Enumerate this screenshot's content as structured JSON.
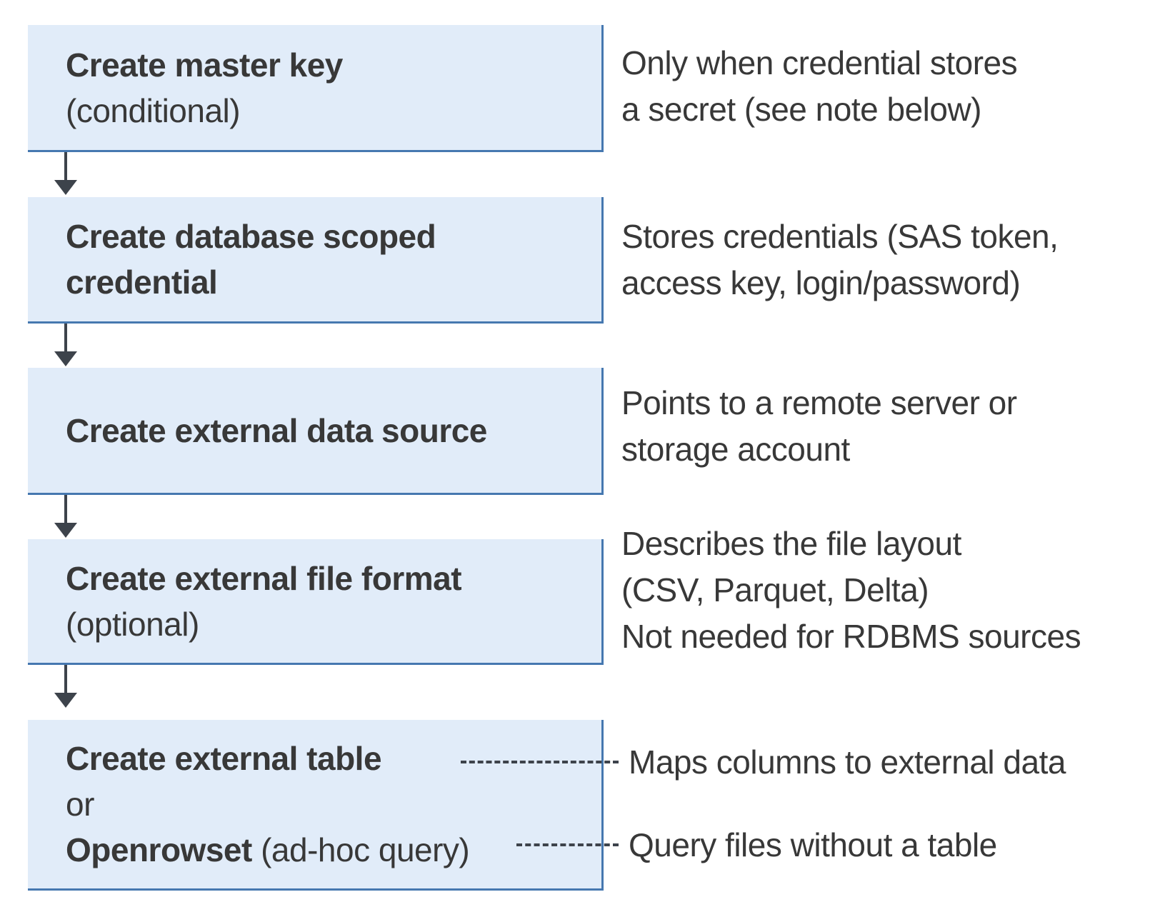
{
  "colors": {
    "background": "#ffffff",
    "box_fill": "#e1ecf9",
    "box_border": "#4678b0",
    "text_primary": "#383838",
    "connector": "#3d434b"
  },
  "boxes": [
    {
      "title": "Create master key",
      "qualifier": "(conditional)"
    },
    {
      "title": "Create database scoped",
      "title2": "credential"
    },
    {
      "title": "Create external data source"
    },
    {
      "title": "Create external file format",
      "qualifier": "(optional)"
    },
    {
      "title": "Create external table",
      "or_label": "or",
      "alt_bold": "Openrowset",
      "alt_rest": " (ad-hoc query)"
    }
  ],
  "notes": [
    {
      "lines": [
        "Only when credential stores",
        "a secret (see note below)"
      ]
    },
    {
      "lines": [
        "Stores credentials (SAS token,",
        "access key, login/password)"
      ]
    },
    {
      "lines": [
        "Points to a remote server or",
        "storage account"
      ]
    },
    {
      "lines": [
        "Describes the file layout",
        "(CSV, Parquet, Delta)",
        "Not needed for RDBMS sources"
      ]
    },
    {
      "lines": [
        "Maps columns to external data"
      ]
    },
    {
      "lines": [
        "Query files without a table"
      ]
    }
  ]
}
